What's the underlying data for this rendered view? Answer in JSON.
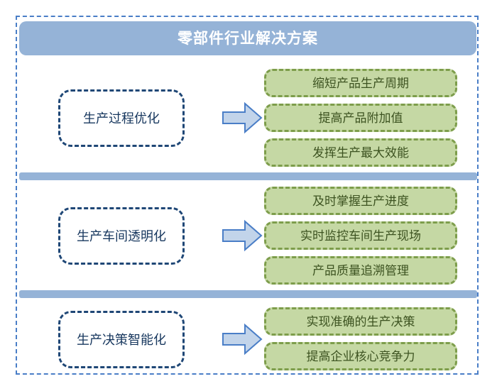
{
  "header": {
    "title": "零部件行业解决方案",
    "bar_color": "#95b3d7",
    "text_color": "#ffffff"
  },
  "frame": {
    "border_color": "#4a7ec7"
  },
  "divider": {
    "color": "#95b3d7"
  },
  "arrow": {
    "fill": "#c2d4ea",
    "stroke": "#4a7ec7",
    "icon": "right-arrow-icon"
  },
  "palette": {
    "category_border": "#1f4776",
    "category_text": "#17375e",
    "outcome_fill": "#c5d8a4",
    "outcome_border": "#7d9d4b",
    "outcome_text": "#3d5321"
  },
  "sections": [
    {
      "category": "生产过程优化",
      "outcomes": [
        "缩短产品生产周期",
        "提高产品附加值",
        "发挥生产最大效能"
      ]
    },
    {
      "category": "生产车间透明化",
      "outcomes": [
        "及时掌握生产进度",
        "实时监控车间生产现场",
        "产品质量追溯管理"
      ]
    },
    {
      "category": "生产决策智能化",
      "outcomes": [
        "实现准确的生产决策",
        "提高企业核心竞争力"
      ]
    }
  ]
}
